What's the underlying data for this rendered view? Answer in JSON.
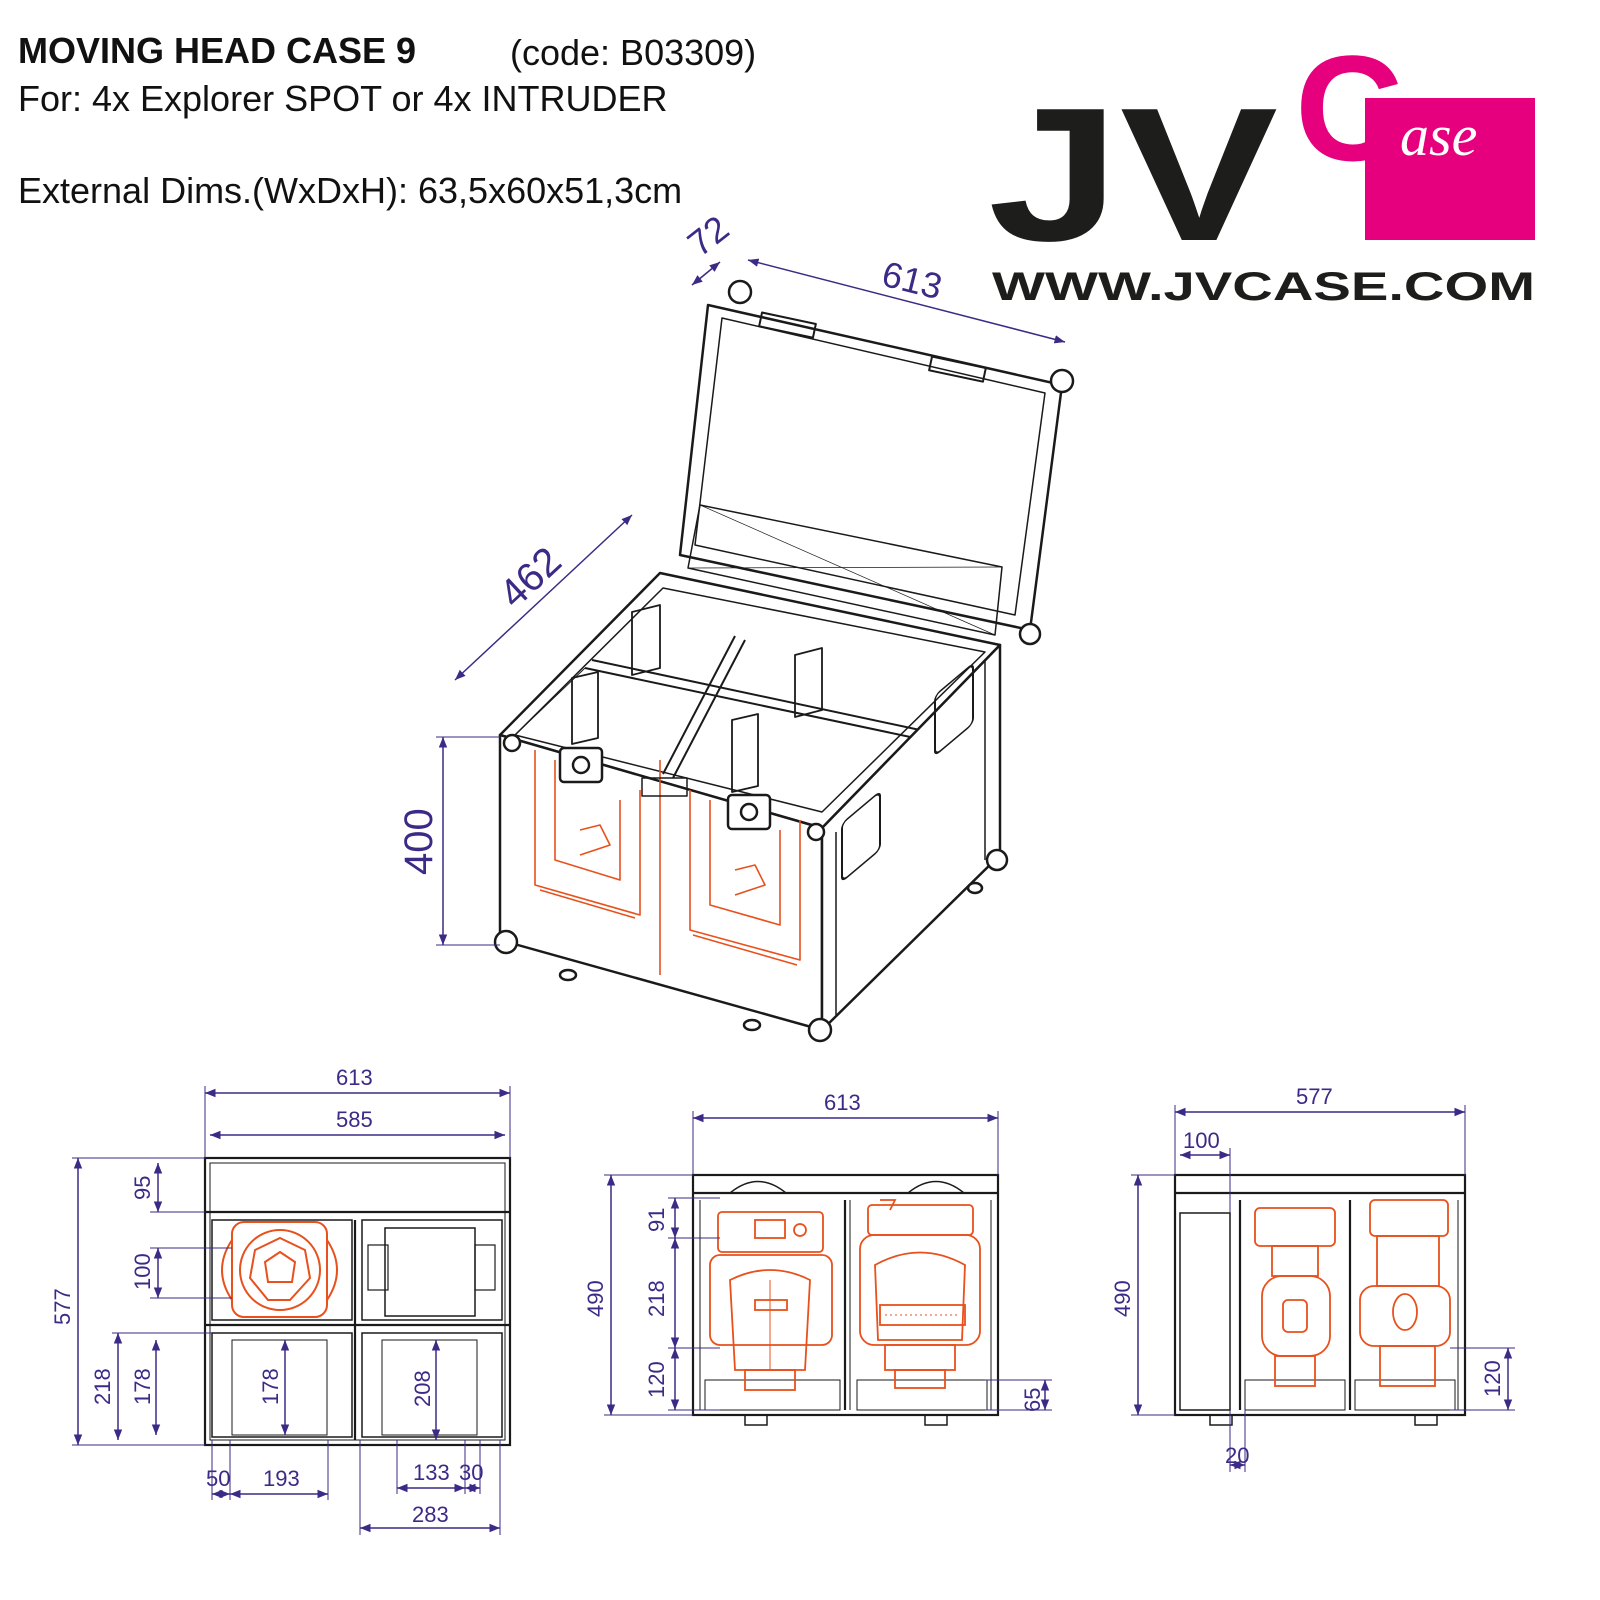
{
  "header": {
    "title": "MOVING HEAD CASE 9",
    "code": "(code: B03309)",
    "for": "For: 4x Explorer SPOT or 4x INTRUDER",
    "external_dims": "External Dims.(WxDxH): 63,5x60x51,3cm"
  },
  "logo": {
    "letters": "JV",
    "case_letter": "C",
    "case_rest": "ase",
    "url": "WWW.JVCASE.COM",
    "colors": {
      "dark": "#1d1d1b",
      "magenta": "#e6007e"
    }
  },
  "colors": {
    "dimension": "#3c2a86",
    "outline": "#1a1a1a",
    "fixture": "#e8501c"
  },
  "iso": {
    "dims": {
      "lid_depth": "72",
      "width": "613",
      "depth": "462",
      "height": "400"
    }
  },
  "top_view": {
    "dims": {
      "outer": "613",
      "inner": "585",
      "lid": "95",
      "fixture": "100",
      "depth": "577",
      "low_218": "218",
      "low_178a": "178",
      "low_178b": "178",
      "low_208": "208",
      "w50": "50",
      "w193": "193",
      "w133": "133",
      "w30": "30",
      "w283": "283"
    }
  },
  "front_view": {
    "dims": {
      "width": "613",
      "height": "490",
      "d91": "91",
      "d218": "218",
      "d120": "120",
      "d65": "65"
    }
  },
  "side_view": {
    "dims": {
      "width": "577",
      "d100": "100",
      "height": "490",
      "d120": "120",
      "d20": "20"
    }
  }
}
